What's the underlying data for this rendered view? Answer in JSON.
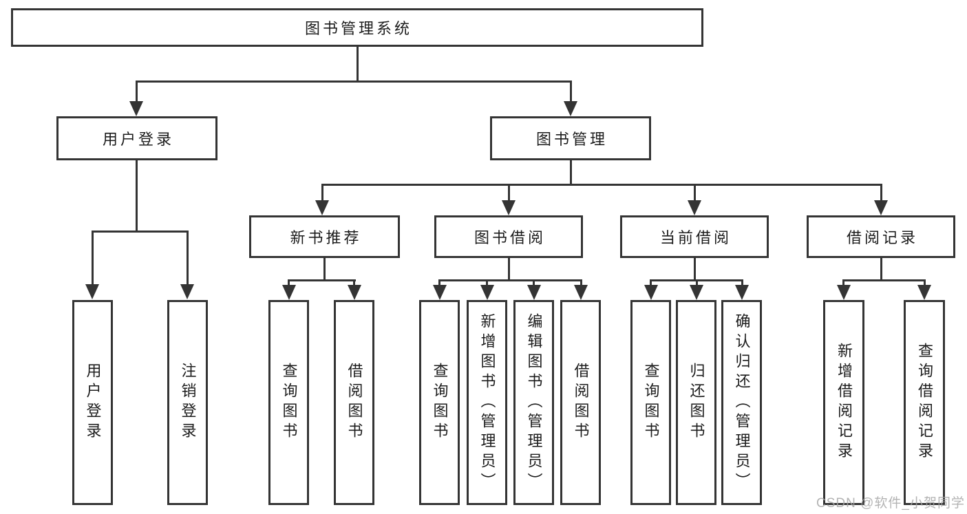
{
  "diagram": {
    "root": "图书管理系统",
    "branches": {
      "user_login": {
        "label": "用户登录",
        "children": [
          "用户登录",
          "注销登录"
        ]
      },
      "book_mgmt": {
        "label": "图书管理",
        "sections": {
          "new_books": {
            "label": "新书推荐",
            "children": [
              "查询图书",
              "借阅图书"
            ]
          },
          "book_borrow": {
            "label": "图书借阅",
            "children": [
              "查询图书",
              "新增图书（管理员）",
              "编辑图书（管理员）",
              "借阅图书"
            ]
          },
          "current_borrow": {
            "label": "当前借阅",
            "children": [
              "查询图书",
              "归还图书",
              "确认归还（管理员）"
            ]
          },
          "borrow_records": {
            "label": "借阅记录",
            "children": [
              "新增借阅记录",
              "查询借阅记录"
            ]
          }
        }
      }
    }
  },
  "watermark": "CSDN @软件_小贺同学",
  "colors": {
    "line": "#343434",
    "text": "#1c1c1c",
    "background": "#ffffff",
    "watermark": "#a6a6a6"
  }
}
